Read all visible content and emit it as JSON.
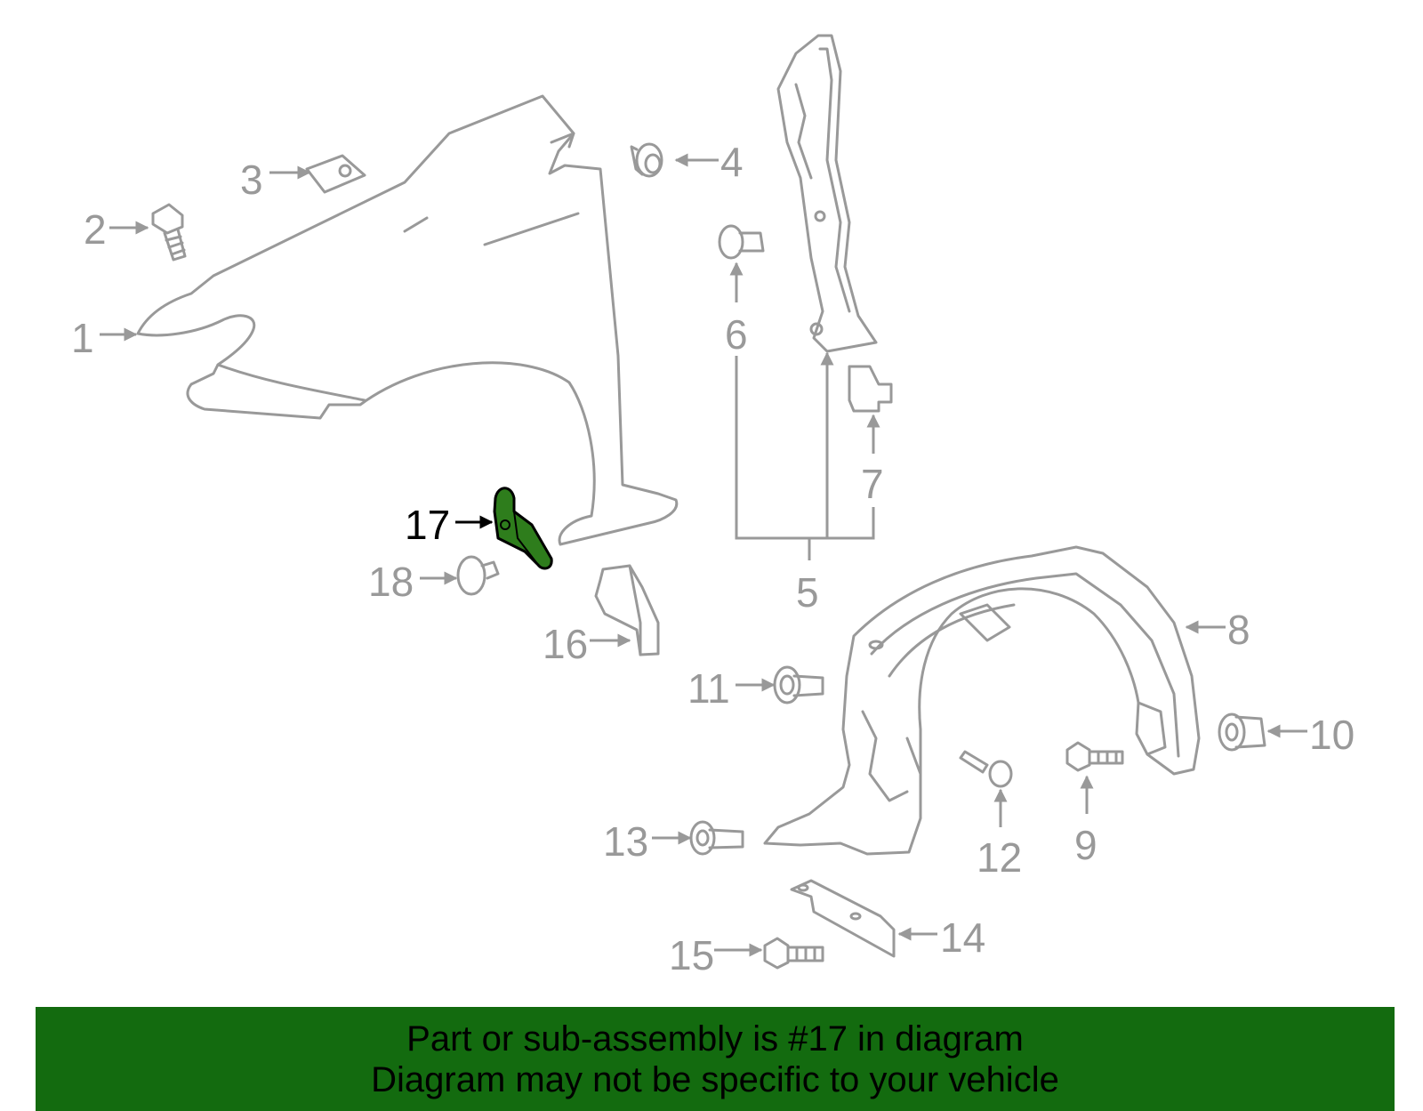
{
  "diagram": {
    "highlight_part": "17",
    "highlight_color": "#2e7d1c",
    "line_color": "#999999",
    "labels": {
      "p1": "1",
      "p2": "2",
      "p3": "3",
      "p4": "4",
      "p5": "5",
      "p6": "6",
      "p7": "7",
      "p8": "8",
      "p9": "9",
      "p10": "10",
      "p11": "11",
      "p12": "12",
      "p13": "13",
      "p14": "14",
      "p15": "15",
      "p16": "16",
      "p17": "17",
      "p18": "18"
    }
  },
  "banner": {
    "background": "#136b0f",
    "line1": "Part or sub-assembly is #17 in diagram",
    "line2": "Diagram may not be specific to your vehicle"
  }
}
